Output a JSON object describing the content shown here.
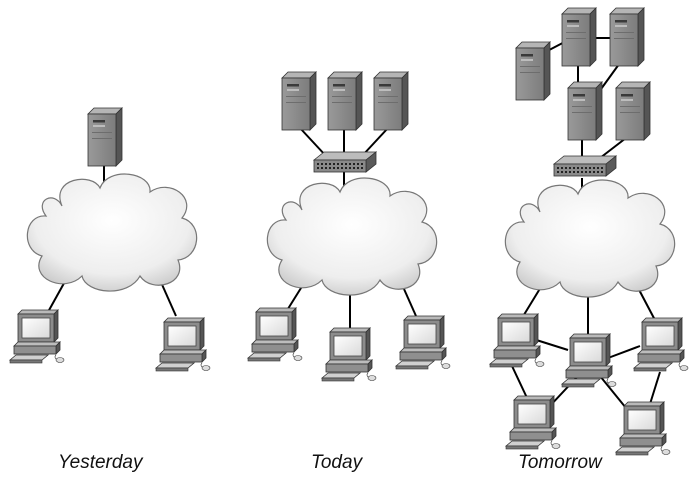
{
  "diagram": {
    "panels": [
      {
        "caption": "Yesterday",
        "servers": 1,
        "switch": false,
        "workstations": 2
      },
      {
        "caption": "Today",
        "servers": 3,
        "switch": true,
        "workstations": 3
      },
      {
        "caption": "Tomorrow",
        "servers": 5,
        "switch": true,
        "workstations": 5
      }
    ],
    "colors": {
      "server_front": "#8f8f8f",
      "server_side": "#5e5e5e",
      "cloud_fill": "#ececec",
      "cloud_stroke": "#6a6a6a",
      "line": "#000000"
    }
  }
}
